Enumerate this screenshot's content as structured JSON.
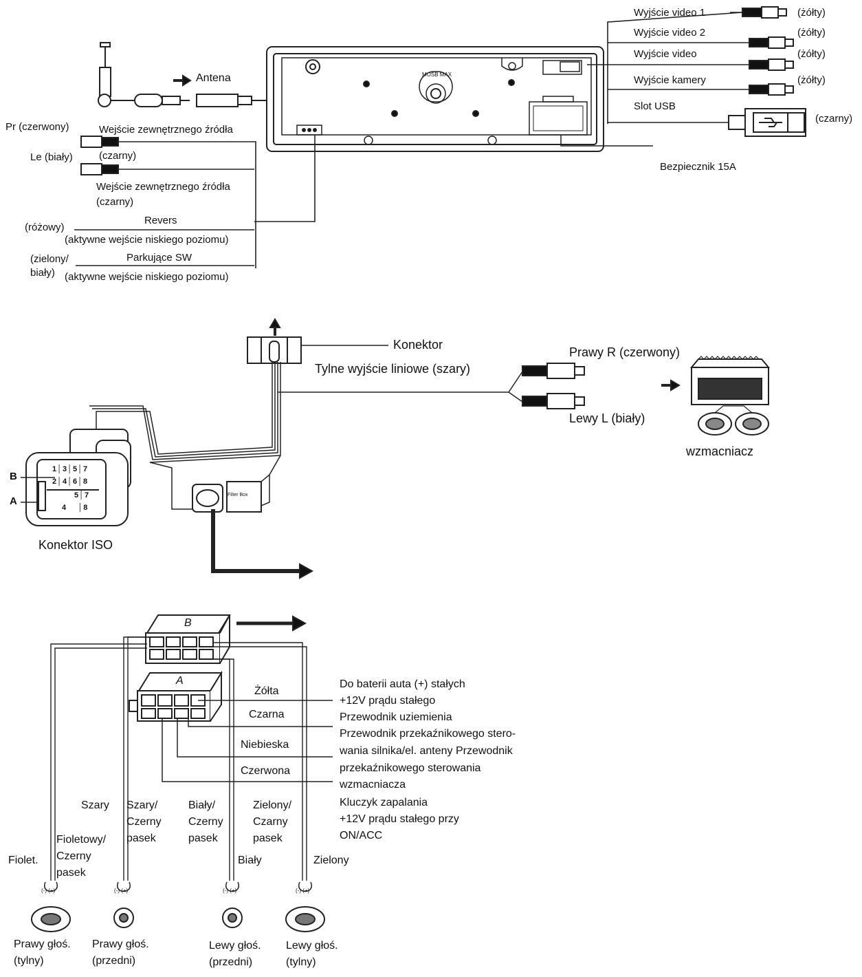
{
  "top": {
    "antenna": "Antena",
    "video_out_1": "Wyjście video  1",
    "video_out_2": "Wyjście video  2",
    "video_out": "Wyjście video",
    "camera_out": "Wyjście kamery",
    "usb_slot": "Slot USB",
    "yellow_1": "(żółty)",
    "yellow_2": "(żółty)",
    "yellow_3": "(żółty)",
    "yellow_4": "(żółty)",
    "black_usb": "(czarny)",
    "fuse": "Bezpiecznik 15A",
    "pr_red": "Pr (czerwony)",
    "le_white": "Le (biały)",
    "ext_source_1": "Wejście zewnętrznego źródła",
    "black_1": "(czarny)",
    "ext_source_2": "Wejście zewnętrznego źródła",
    "black_2": "(czarny)",
    "pink": "(różowy)",
    "reverse": "Revers",
    "low_input_1": "(aktywne wejście niskiego poziomu)",
    "green_white_1": "(zielony/",
    "green_white_2": "biały)",
    "parking": "Parkujące SW",
    "low_input_2": "(aktywne wejście niskiego poziomu)",
    "mosfet_label": "MOSB MAX"
  },
  "middle": {
    "connector": "Konektor",
    "rear_line_out": "Tylne wyjście liniowe (szary)",
    "right_red": "Prawy R (czerwony)",
    "left_white": "Lewy L (biały)",
    "amplifier": "wzmacniacz",
    "iso_connector": "Konektor ISO",
    "label_b": "B",
    "label_a": "A",
    "filter_box": "Filter Box",
    "pins_row1": [
      "1",
      "3",
      "5",
      "7"
    ],
    "pins_row2": [
      "2",
      "4",
      "6",
      "8"
    ],
    "pins_row3": [
      "5",
      "7"
    ],
    "pins_row4": [
      "4",
      "8"
    ]
  },
  "bottom": {
    "label_b": "B",
    "label_a": "A",
    "yellow": "Żółta",
    "black": "Czarna",
    "blue": "Niebieska",
    "red": "Czerwona",
    "desc_lines": [
      "Do baterii auta (+) stałych",
      "+12V prądu stałego",
      "Przewodnik uziemienia",
      "Przewodnik przekaźnikowego stero-",
      "wania silnika/el. anteny Przewodnik",
      "przekaźnikowego sterowania",
      "wzmacniacza",
      "Kluczyk zapalania",
      "+12V prądu stałego przy",
      "ON/ACC"
    ],
    "grey": "Szary",
    "grey_black_1": "Szary/",
    "grey_black_2": "Czerny",
    "grey_black_3": "pasek",
    "white_black_1": "Biały/",
    "white_black_2": "Czerny",
    "white_black_3": "pasek",
    "green_black_1": "Zielony/",
    "green_black_2": "Czarny",
    "green_black_3": "pasek",
    "violet_black_1": "Fioletowy/",
    "violet_black_2": "Czerny",
    "violet_black_3": "pasek",
    "violet": "Fiolet.",
    "white": "Biały",
    "green": "Zielony",
    "polarity": "(-)  (+)",
    "spk_rr_1": "Prawy głoś.",
    "spk_rr_2": "(tylny)",
    "spk_rf_1": "Prawy głoś.",
    "spk_rf_2": "(przedni)",
    "spk_lf_1": "Lewy głoś.",
    "spk_lf_2": "(przedni)",
    "spk_lr_1": "Lewy głoś.",
    "spk_lr_2": "(tylny)"
  }
}
